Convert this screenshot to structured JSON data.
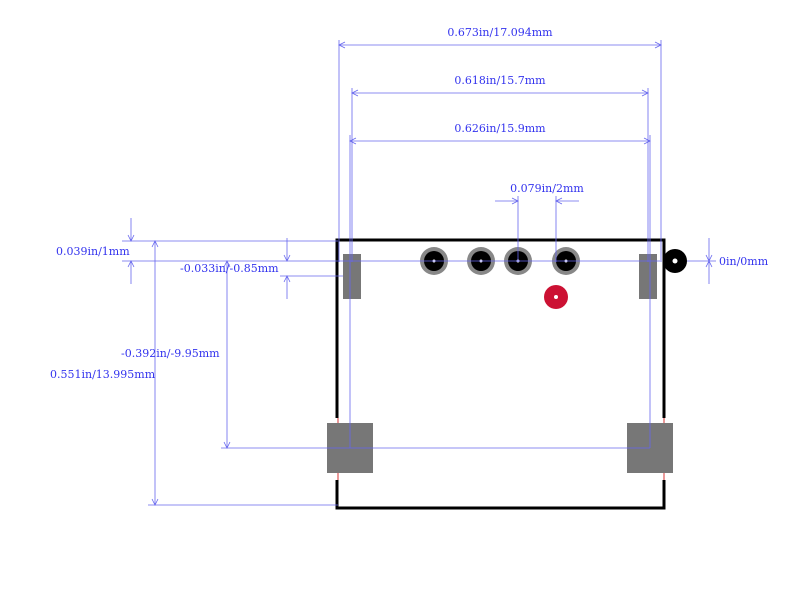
{
  "diagram": {
    "dimensions": {
      "overall_width": "0.673in/17.094mm",
      "pad_outer_width": "0.618in/15.7mm",
      "pad_center_width": "0.626in/15.9mm",
      "pin_pitch": "0.079in/2mm",
      "top_offset": "0.039in/1mm",
      "pad_top_offset": "-0.033in/-0.85mm",
      "origin": "0in/0mm",
      "lower_pad_offset": "-0.392in/-9.95mm",
      "overall_height": "0.551in/13.995mm"
    },
    "colors": {
      "dimension": "#3333ee",
      "pad": "#777777",
      "outline": "#000000",
      "courtyard": "#cc0000",
      "pin1_marker": "#cc1133"
    }
  }
}
